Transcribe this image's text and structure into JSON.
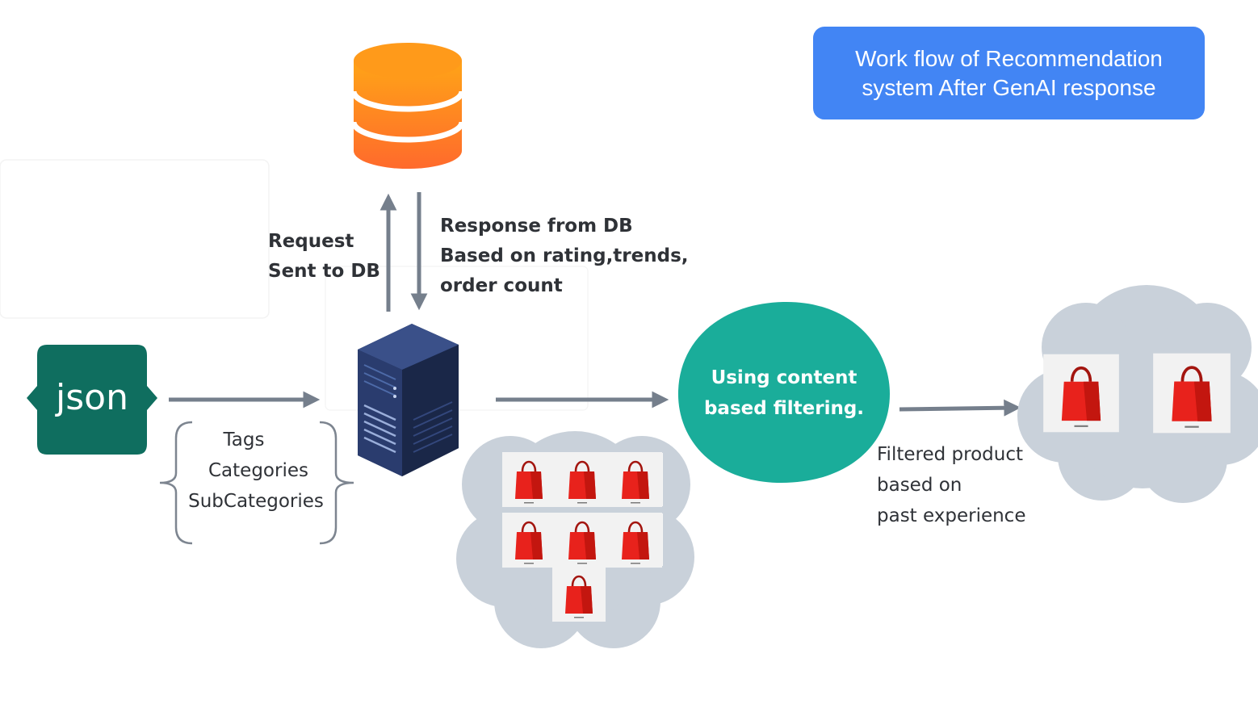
{
  "title": {
    "line1": "Work flow of Recommendation",
    "line2": "system After GenAI response"
  },
  "json_label": "json",
  "request_label": {
    "line1": "Request",
    "line2": "Sent to DB"
  },
  "response_label": {
    "line1": "Response from DB",
    "line2": "Based on rating,trends,",
    "line3": "order count"
  },
  "attributes": [
    "Tags",
    "Categories",
    "SubCategories"
  ],
  "filter_node": {
    "line1": "Using content",
    "line2": "based filtering."
  },
  "filtered_label": {
    "line1": "Filtered product",
    "line2": "based on",
    "line3": "past experience"
  },
  "colors": {
    "title_bg": "#4285f4",
    "json_green": "#0f6e5f",
    "teal": "#1aad9a",
    "db_orange": "#ff8a1f",
    "server_navy": "#26355f",
    "arrow": "#757f8c",
    "cloud": "#c9d1da",
    "bag_red": "#e8221c"
  },
  "icons": [
    "database-icon",
    "server-icon",
    "json-icon",
    "shopping-bag-icon",
    "cloud-icon"
  ]
}
